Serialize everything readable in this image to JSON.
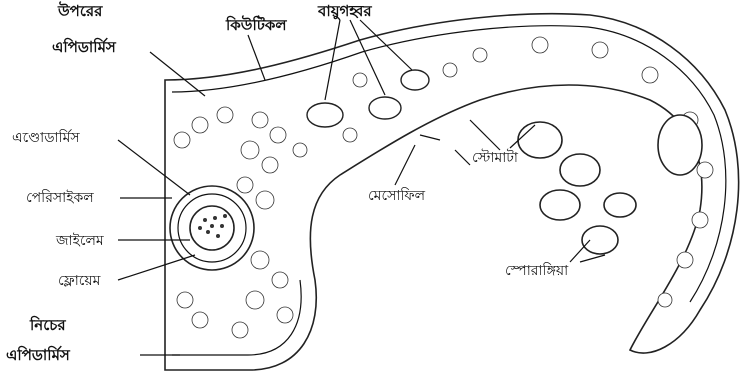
{
  "labels": {
    "upper_epidermis_1": "উপরের",
    "upper_epidermis_2": "এপিডার্মিস",
    "cuticle": "কিউটিকল",
    "air_cavity": "বায়ুগহ্বর",
    "endodermis": "এণ্ডোডার্মিস",
    "pericycle": "পেরিসাইকল",
    "xylem": "জাইলেম",
    "phloem": "ফ্লোয়েম",
    "lower_epidermis_1": "নিচের",
    "lower_epidermis_2": "এপিডার্মিস",
    "mesophyll": "মেসোফিল",
    "stomata": "স্টোমাটা",
    "sporangia": "স্পোরাঙ্গিয়া"
  }
}
